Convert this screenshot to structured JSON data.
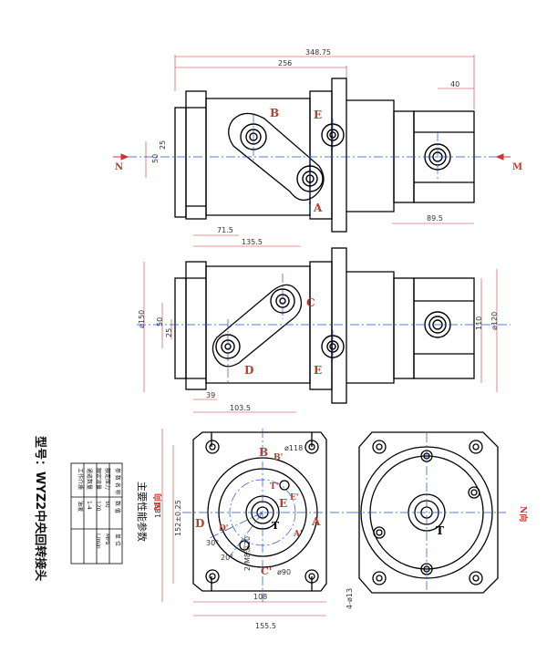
{
  "title": "型号：WYZ2中央回转接头",
  "params_title": "主要性能参数",
  "params_table": {
    "headers": [
      "参 数 名 称",
      "数 值",
      "单 位"
    ],
    "rows": [
      [
        "额定压力",
        "50",
        "MPa"
      ],
      [
        "额定流量",
        "120",
        "L/min"
      ],
      [
        "通道数量",
        "1-4",
        ""
      ],
      [
        "工作介质",
        "油液",
        ""
      ]
    ]
  },
  "views": {
    "top": {
      "dims": [
        "348.75",
        "256",
        "40",
        "25",
        "50",
        "71.5",
        "135.5",
        "89.5"
      ],
      "ports": [
        "B",
        "E",
        "A"
      ],
      "arrows": [
        "N",
        "M"
      ]
    },
    "middle": {
      "dims": [
        "ø150",
        "50",
        "25",
        "39",
        "103.5",
        "110",
        "ø120"
      ],
      "ports": [
        "C",
        "D",
        "E"
      ]
    },
    "bottom_left": {
      "dims": [
        "183",
        "152±0.25",
        "ø118",
        "ø90",
        "108",
        "155.5",
        "4-ø13",
        "2-M8深20",
        "20°",
        "30°"
      ],
      "ports": [
        "B",
        "E",
        "A",
        "T",
        "T'",
        "C'",
        "D",
        "D'",
        "E'",
        "B'",
        "A'"
      ],
      "views": [
        "M向"
      ]
    },
    "bottom_right": {
      "ports": [
        "T"
      ],
      "views": [
        "N向"
      ]
    }
  },
  "colors": {
    "outline": "#000000",
    "centerline": "#1f4fd6",
    "label": "#c0392b",
    "dimension": "#cc2222"
  }
}
